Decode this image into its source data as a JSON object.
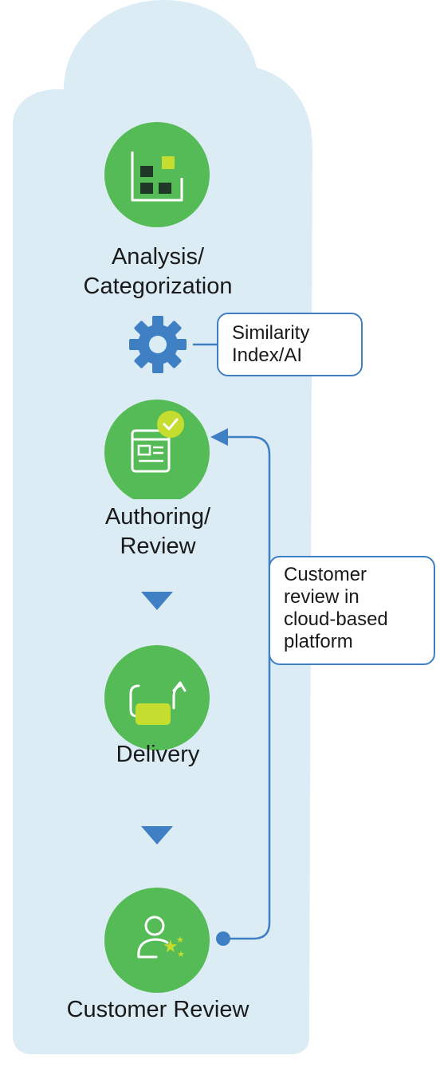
{
  "steps": [
    {
      "label_line1": "Analysis/",
      "label_line2": "Categorization",
      "icon": "grid-squares-icon"
    },
    {
      "label_line1": "Authoring/",
      "label_line2": "Review",
      "icon": "document-check-icon"
    },
    {
      "label_line1": "Delivery",
      "label_line2": "",
      "icon": "package-arrow-icon"
    },
    {
      "label_line1": "Customer Review",
      "label_line2": "",
      "icon": "user-stars-icon"
    }
  ],
  "gear_callout": {
    "line1": "Similarity",
    "line2": "Index/AI"
  },
  "loop_callout": {
    "line1": "Customer",
    "line2": "review in",
    "line3": "cloud-based",
    "line4": "platform"
  },
  "colors": {
    "cloud": "#dcecf4",
    "node_green": "#55bb56",
    "accent_lime": "#c5dd2e",
    "connector_blue": "#3f7fc4",
    "icon_dark": "#1f3826"
  }
}
